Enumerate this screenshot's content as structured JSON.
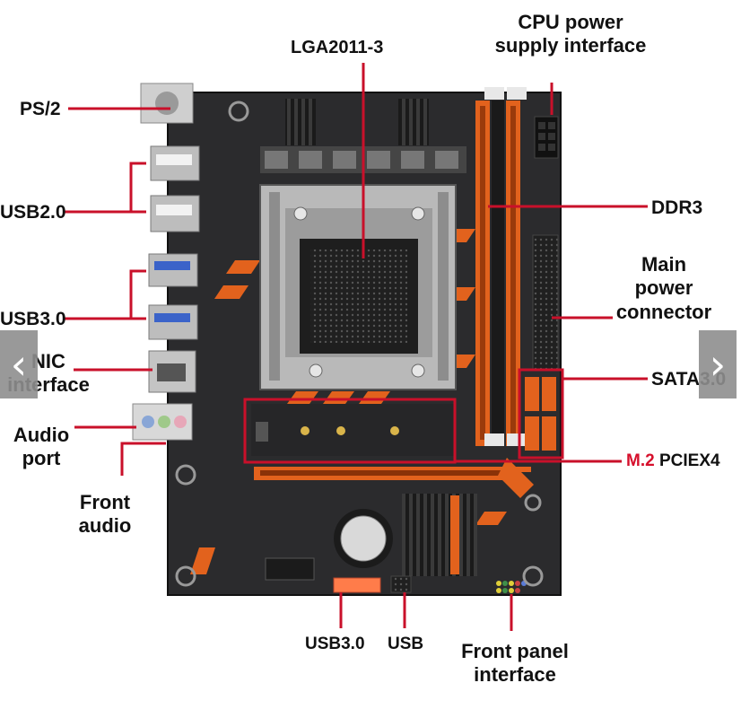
{
  "labels": {
    "ps2": "PS/2",
    "lga": "LGA2011-3",
    "cpu_power": "CPU power\nsupply interface",
    "usb20": "USB2.0",
    "ddr3": "DDR3",
    "usb30_left": "USB3.0",
    "main_power": "Main\npower\nconnector",
    "nic": "NIC\ninterface",
    "sata": "SATA3.0",
    "audio_port": "Audio\nport",
    "m2": "M.2",
    "pciex4": "PCIEX4",
    "front_audio": "Front\naudio",
    "usb30_bottom": "USB3.0",
    "usb": "USB",
    "front_panel": "Front panel\ninterface"
  },
  "nav": {
    "prev": "‹",
    "next": "›"
  },
  "colors": {
    "accent": "#c9102a",
    "board": "#2a2a2c",
    "slot_orange": "#e2621d",
    "navbg": "#8e8e8e"
  }
}
